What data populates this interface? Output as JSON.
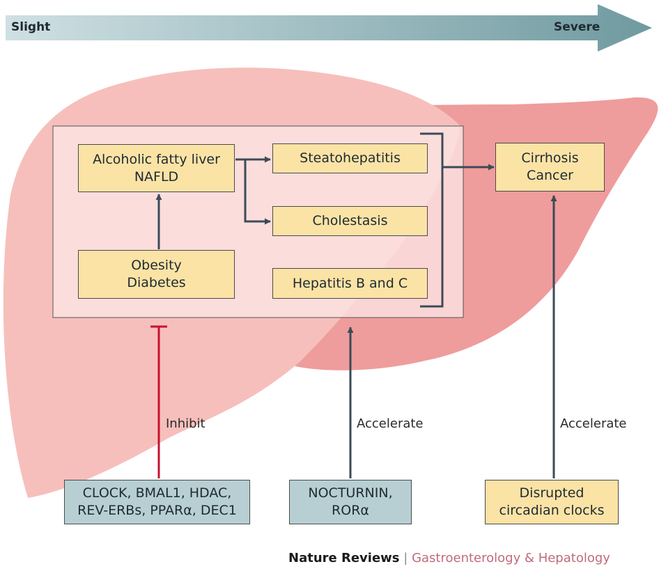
{
  "severity_arrow": {
    "left_label": "Slight",
    "right_label": "Severe"
  },
  "nodes": {
    "alcoholic_fatty_liver": [
      "Alcoholic fatty liver",
      "NAFLD"
    ],
    "steatohepatitis": [
      "Steatohepatitis"
    ],
    "cholestasis": [
      "Cholestasis"
    ],
    "obesity_diabetes": [
      "Obesity",
      "Diabetes"
    ],
    "hepatitis_bc": [
      "Hepatitis B and C"
    ],
    "cirrhosis_cancer": [
      "Cirrhosis",
      "Cancer"
    ],
    "clock_genes": [
      "CLOCK, BMAL1, HDAC,",
      "REV-ERBs, PPARα, DEC1"
    ],
    "nocturnin": [
      "NOCTURNIN,",
      "RORα"
    ],
    "disrupted_clocks": [
      "Disrupted",
      "circadian clocks"
    ]
  },
  "edge_labels": {
    "inhibit": "Inhibit",
    "accelerate_1": "Accelerate",
    "accelerate_2": "Accelerate"
  },
  "footer": {
    "journal": "Nature Reviews",
    "separator": "|",
    "subject": "Gastroenterology & Hepatology"
  },
  "colors": {
    "liver_light": "#f6bfbc",
    "liver_dark": "#ef9c9c",
    "node_yellow": "#fbe3a6",
    "node_blue": "#b7cfd3",
    "connector": "#3b4b57",
    "inhibit_red": "#c8102e",
    "subject_pink": "#c06b78"
  }
}
